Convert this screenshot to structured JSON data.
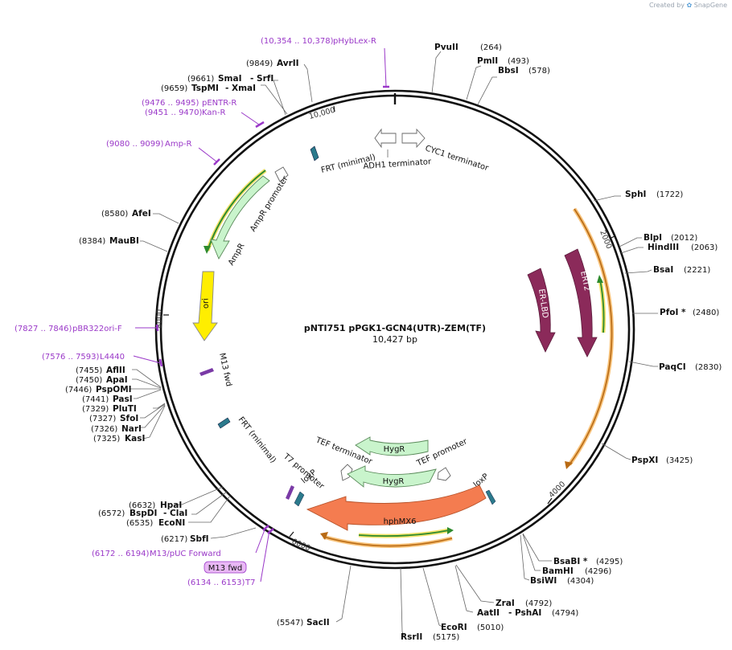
{
  "credit": {
    "prefix": "Created by",
    "brand": "SnapGene"
  },
  "plasmid": {
    "name": "pNTI751 pPGK1-GCN4(UTR)-ZEM(TF)",
    "size_label": "10,427 bp",
    "total_bp": 10427
  },
  "ticks": [
    "2000",
    "4000",
    "6000",
    "8000",
    "10,000"
  ],
  "sites": [
    {
      "name": "PvuII",
      "pos": "(264)"
    },
    {
      "name": "PmlI",
      "pos": "(493)"
    },
    {
      "name": "BbsI",
      "pos": "(578)"
    },
    {
      "name": "SphI",
      "pos": "(1722)"
    },
    {
      "name": "BlpI",
      "pos": "(2012)"
    },
    {
      "name": "HindIII",
      "pos": "(2063)"
    },
    {
      "name": "BsaI",
      "pos": "(2221)"
    },
    {
      "name": "PfoI *",
      "pos": "(2480)"
    },
    {
      "name": "PaqCI",
      "pos": "(2830)"
    },
    {
      "name": "PspXI",
      "pos": "(3425)"
    },
    {
      "name": "BsaBI *",
      "pos": "(4295)"
    },
    {
      "name": "BamHI",
      "pos": "(4296)"
    },
    {
      "name": "BsiWI",
      "pos": "(4304)"
    },
    {
      "name": "ZraI",
      "pos": "(4792)"
    },
    {
      "name": "AatII",
      "pos": "(4794)"
    },
    {
      "name": "- PshAI",
      "pos": ""
    },
    {
      "name": "EcoRI",
      "pos": "(5010)"
    },
    {
      "name": "RsrII",
      "pos": "(5175)"
    },
    {
      "name": "SacII",
      "pos": "(5547)"
    },
    {
      "name": "SbfI",
      "pos": "(6217)"
    },
    {
      "name": "EcoNI",
      "pos": "(6535)"
    },
    {
      "name": "BspDI",
      "pos": "(6572)"
    },
    {
      "name": "- ClaI",
      "pos": ""
    },
    {
      "name": "HpaI",
      "pos": "(6632)"
    },
    {
      "name": "KasI",
      "pos": "(7325)"
    },
    {
      "name": "NarI",
      "pos": "(7326)"
    },
    {
      "name": "SfoI",
      "pos": "(7327)"
    },
    {
      "name": "PluTI",
      "pos": "(7329)"
    },
    {
      "name": "PasI",
      "pos": "(7441)"
    },
    {
      "name": "PspOMI",
      "pos": "(7446)"
    },
    {
      "name": "ApaI",
      "pos": "(7450)"
    },
    {
      "name": "AflII",
      "pos": "(7455)"
    },
    {
      "name": "MauBI",
      "pos": "(8384)"
    },
    {
      "name": "AfeI",
      "pos": "(8580)"
    },
    {
      "name": "TspMI",
      "pos": "(9659)"
    },
    {
      "name": "- XmaI",
      "pos": ""
    },
    {
      "name": "SmaI",
      "pos": "(9661)"
    },
    {
      "name": "- SrfI",
      "pos": ""
    },
    {
      "name": "AvrII",
      "pos": "(9849)"
    }
  ],
  "primers": [
    {
      "range": "(10,354 .. 10,378)",
      "name": "pHybLex-R"
    },
    {
      "range": "(9476 .. 9495)",
      "name": "pENTR-R"
    },
    {
      "range": "(9451 .. 9470)",
      "name": "Kan-R"
    },
    {
      "range": "(9080 .. 9099)",
      "name": "Amp-R"
    },
    {
      "range": "(7827 .. 7846)",
      "name": "pBR322ori-F"
    },
    {
      "range": "(7576 .. 7593)",
      "name": "L4440"
    },
    {
      "range": "(6172 .. 6194)",
      "name": "M13/pUC Forward"
    },
    {
      "range": "(6134 .. 6153)",
      "name": "T7"
    }
  ],
  "primer_badge": "M13 fwd",
  "features": {
    "frt1": "FRT (minimal)",
    "adh1": "ADH1 terminator",
    "cyc1": "CYC1 terminator",
    "ampr_promoter": "AmpR promoter",
    "ampr": "AmpR",
    "ori": "ori",
    "m13fwd": "M13 fwd",
    "er_lbd": "ER-LBD",
    "ert2": "ERT2",
    "frt2": "FRT (minimal)",
    "t7": "T7 promoter",
    "loxp1": "loxP",
    "loxp2": "loxP",
    "tef_term": "TEF terminator",
    "tef_prom": "TEF promoter",
    "hygr1": "HygR",
    "hygr2": "HygR",
    "hphmx6": "hphMX6"
  },
  "colors": {
    "backbone": "#111111",
    "primer": "#9a38c8",
    "ampr": "#c9f4cc",
    "ori": "#ffee00",
    "er": "#8b2a5a",
    "hph": "#f47c50",
    "orf_orange": "#f7c27a",
    "orf_green": "#2d8a2d",
    "frt": "#2b7a8c"
  }
}
